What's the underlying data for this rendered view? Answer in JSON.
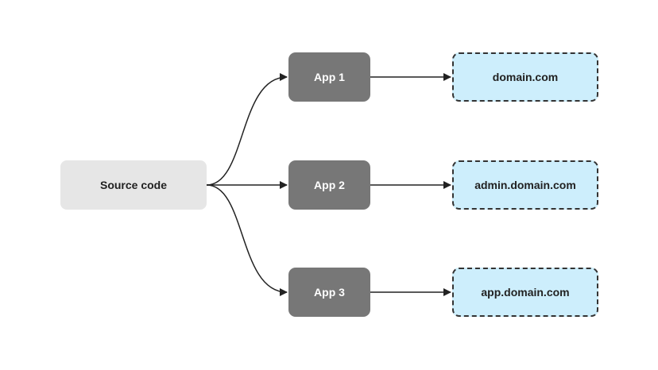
{
  "diagram": {
    "source": {
      "label": "Source code"
    },
    "apps": [
      {
        "label": "App 1"
      },
      {
        "label": "App 2"
      },
      {
        "label": "App 3"
      }
    ],
    "domains": [
      {
        "label": "domain.com"
      },
      {
        "label": "admin.domain.com"
      },
      {
        "label": "app.domain.com"
      }
    ],
    "colors": {
      "source_fill": "#e6e6e6",
      "app_fill": "#777777",
      "domain_fill": "#cdeefc",
      "edge": "#222222"
    }
  }
}
